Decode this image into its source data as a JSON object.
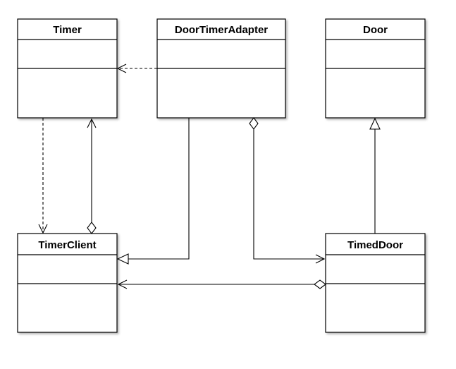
{
  "diagram": {
    "classes": [
      {
        "id": "timer",
        "name": "Timer"
      },
      {
        "id": "door-timer-adapter",
        "name": "DoorTimerAdapter"
      },
      {
        "id": "door",
        "name": "Door"
      },
      {
        "id": "timer-client",
        "name": "TimerClient"
      },
      {
        "id": "timed-door",
        "name": "TimedDoor"
      }
    ],
    "relationships": [
      {
        "from": "DoorTimerAdapter",
        "to": "Timer",
        "kind": "dependency"
      },
      {
        "from": "Timer",
        "to": "TimerClient",
        "kind": "dependency"
      },
      {
        "from": "TimerClient",
        "to": "Timer",
        "kind": "aggregation"
      },
      {
        "from": "DoorTimerAdapter",
        "to": "TimerClient",
        "kind": "generalization"
      },
      {
        "from": "DoorTimerAdapter",
        "to": "TimedDoor",
        "kind": "aggregation"
      },
      {
        "from": "TimedDoor",
        "to": "Door",
        "kind": "generalization"
      },
      {
        "from": "TimedDoor",
        "to": "TimerClient",
        "kind": "aggregation"
      }
    ]
  }
}
